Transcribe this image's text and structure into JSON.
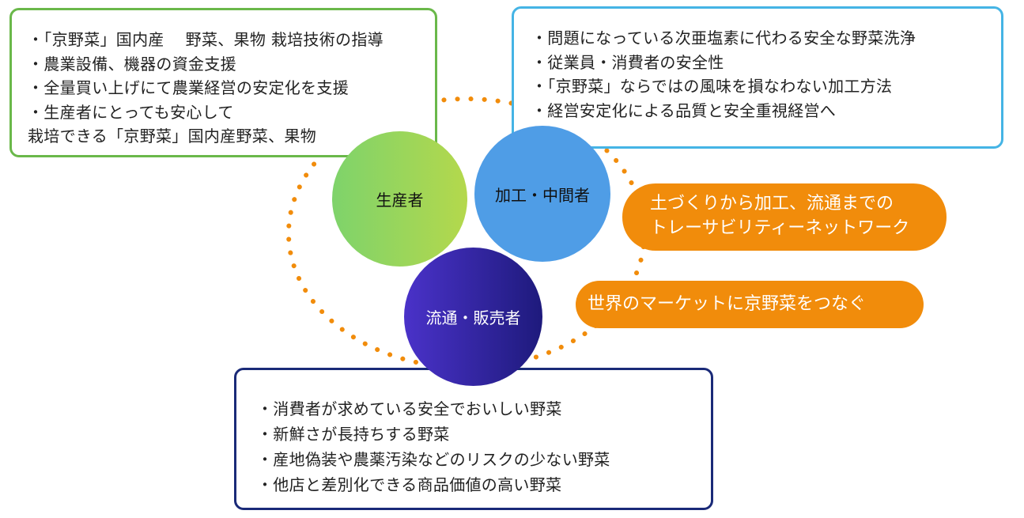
{
  "colors": {
    "producer_border": "#6ab84a",
    "processor_border": "#45b4e5",
    "retailer_border": "#1a2a78",
    "pill": "#f18c0b",
    "dotted_ring": "#f18c0b"
  },
  "producer_box": {
    "lines": [
      "・「京野菜」国内産　 野菜、果物  栽培技術の指導",
      "・農業設備、機器の資金支援",
      "・全量買い上げにて農業経営の安定化を支援",
      "・生産者にとっても安心して",
      "   栽培できる「京野菜」国内産野菜、果物"
    ]
  },
  "processor_box": {
    "lines": [
      "・問題になっている次亜塩素に代わる安全な野菜洗浄",
      "・従業員・消費者の安全性",
      "・「京野菜」ならではの風味を損なわない加工方法",
      "・経営安定化による品質と安全重視経営へ"
    ]
  },
  "retailer_box": {
    "lines": [
      "・消費者が求めている安全でおいしい野菜",
      "・新鮮さが長持ちする野菜",
      "・産地偽装や農薬汚染などのリスクの少ない野菜",
      "・他店と差別化できる商品価値の高い野菜"
    ]
  },
  "circles": {
    "producer": "生産者",
    "processor": "加工・中間者",
    "retailer": "流通・販売者"
  },
  "pills": {
    "traceability": [
      "土づくりから加工、流通までの",
      "トレーサビリティーネットワーク"
    ],
    "world": "世界のマーケットに京野菜をつなぐ"
  }
}
